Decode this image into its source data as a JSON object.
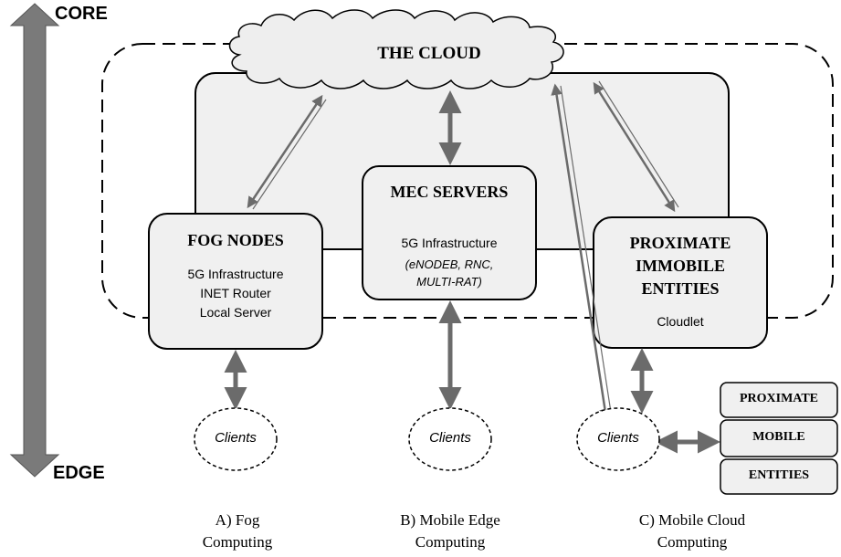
{
  "axis": {
    "top_label": "CORE",
    "bottom_label": "EDGE"
  },
  "cloud": {
    "title": "THE CLOUD"
  },
  "fog": {
    "title": "FOG NODES",
    "lines": [
      "5G Infrastructure",
      "INET Router",
      "Local Server"
    ]
  },
  "mec": {
    "title": "MEC SERVERS",
    "line1": "5G Infrastructure",
    "italic_lines": [
      "(eNODEB, RNC,",
      "MULTI-RAT)"
    ]
  },
  "proximate_immobile": {
    "title_lines": [
      "PROXIMATE",
      "IMMOBILE",
      "ENTITIES"
    ],
    "sub": "Cloudlet"
  },
  "clients": [
    "Clients",
    "Clients",
    "Clients"
  ],
  "mobile_entities": [
    "PROXIMATE",
    "MOBILE",
    "ENTITIES"
  ],
  "captions": [
    {
      "line1": "A) Fog",
      "line2": "Computing"
    },
    {
      "line1": "B) Mobile Edge",
      "line2": "Computing"
    },
    {
      "line1": "C) Mobile Cloud",
      "line2": "Computing"
    }
  ],
  "colors": {
    "arrow_gray": "#6b6b6b",
    "panel_fill": "#f0f0f0",
    "cloud_fill": "#eeeeee",
    "stroke": "#000000"
  }
}
